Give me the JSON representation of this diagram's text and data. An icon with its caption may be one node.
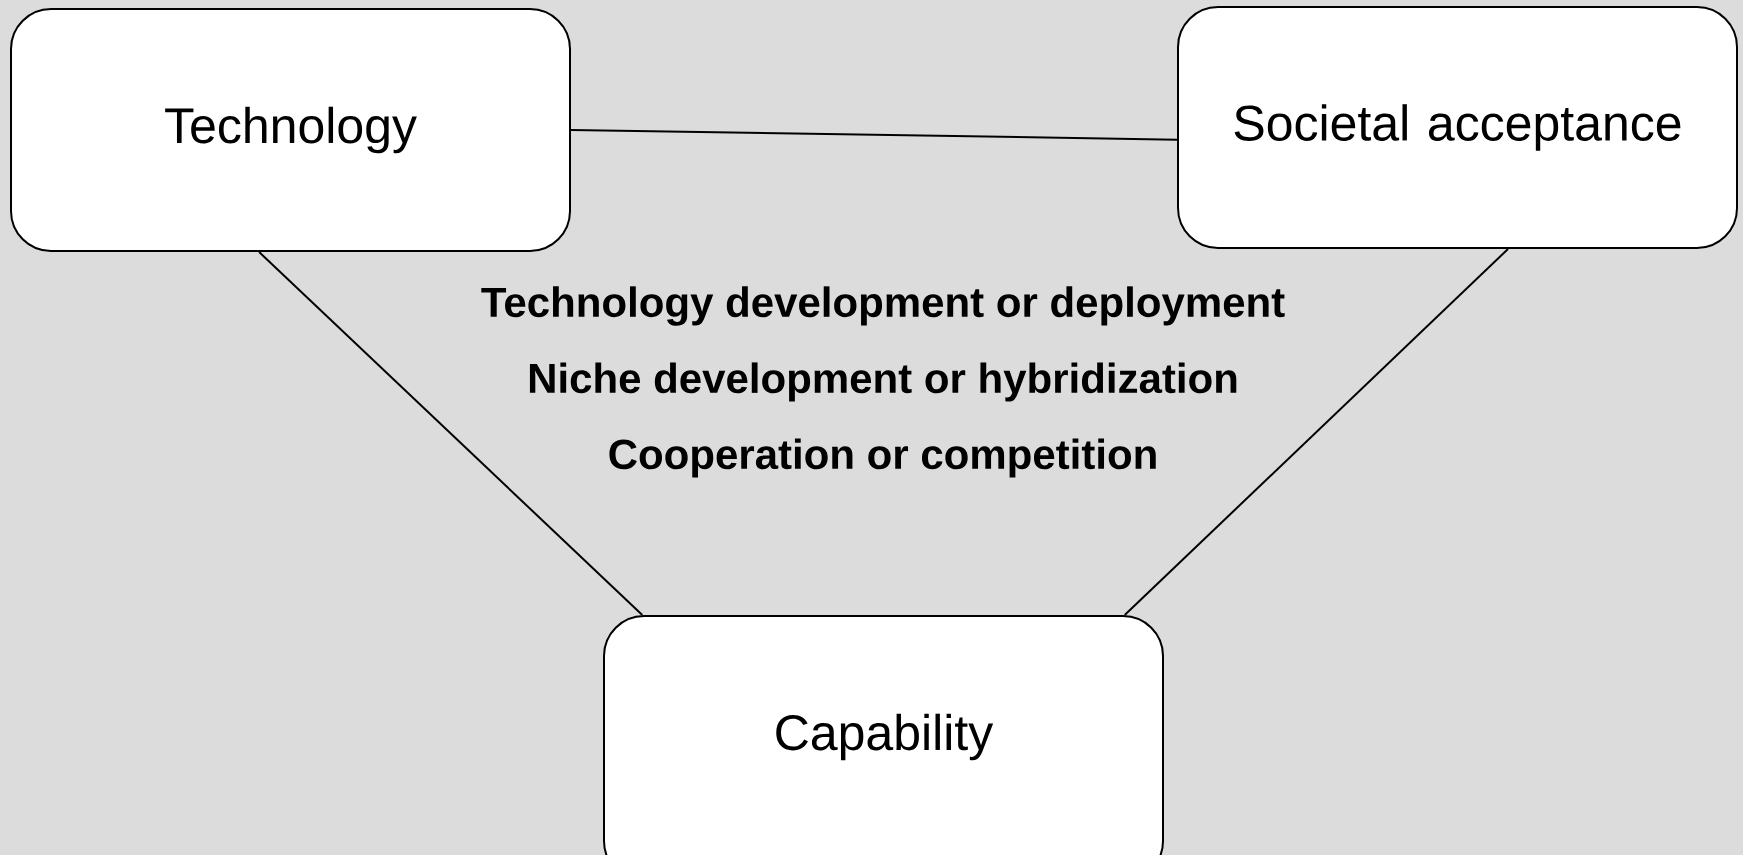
{
  "diagram": {
    "nodes": [
      {
        "text": [
          "Technology"
        ]
      },
      {
        "text": [
          "Societal acceptance"
        ]
      },
      {
        "text": [
          "Capability"
        ]
      }
    ],
    "edges": [
      {
        "from": 0,
        "to": 1,
        "arrow": "none"
      },
      {
        "from": 0,
        "to": 2,
        "arrow": "none"
      },
      {
        "from": 1,
        "to": 2,
        "arrow": "none"
      }
    ],
    "labels": [
      "Technology development or deployment",
      "Niche development or hybridization",
      "Cooperation or competition"
    ]
  }
}
